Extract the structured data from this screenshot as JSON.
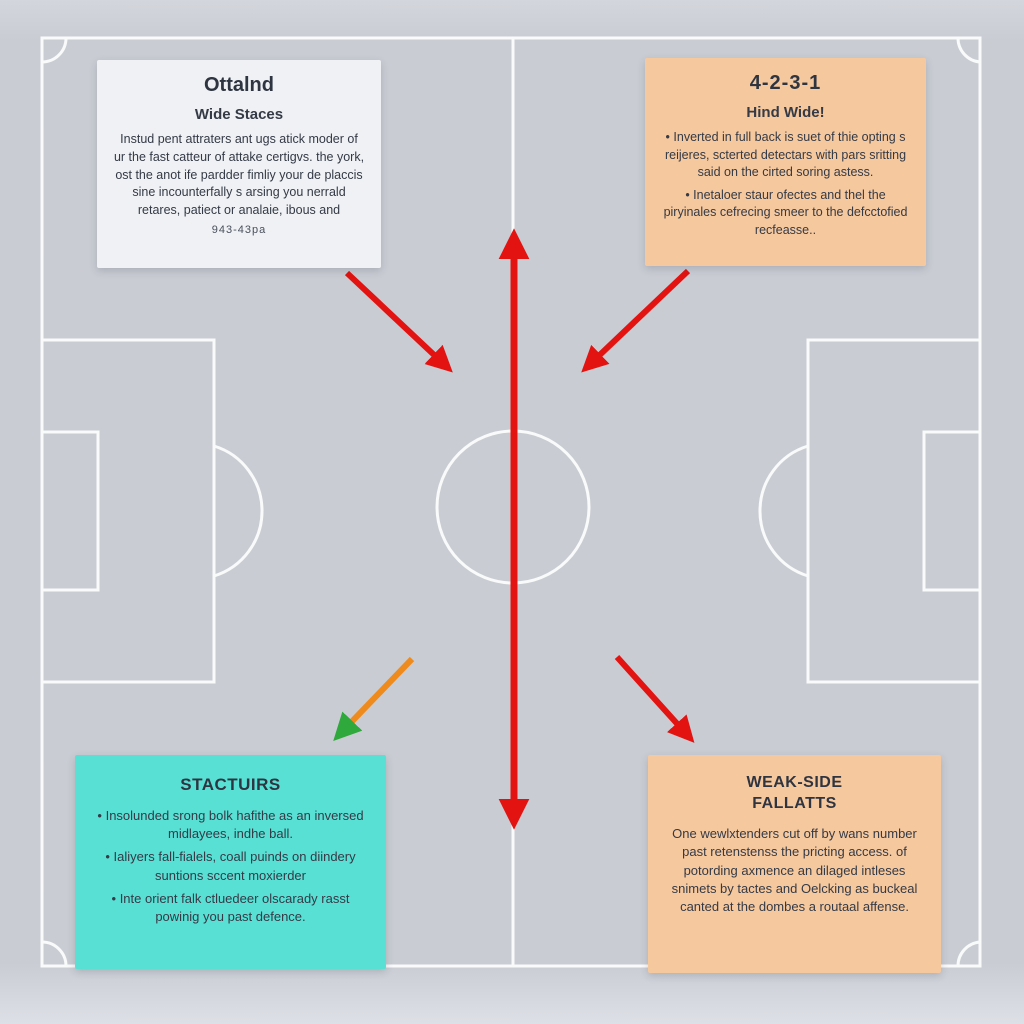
{
  "palette": {
    "pitch_background": "#c9ccd3",
    "pitch_line": "#ffffff",
    "arrow_red": "#e21310",
    "arrow_orange": "#ef8b1d",
    "arrow_green": "#2fa83c",
    "box_gray": "#f1f2f5",
    "box_peach": "#f6c89e",
    "box_cyan": "#59e0d5",
    "text": "#343a46"
  },
  "diagram": {
    "kind": "soccer-pitch-tactics-diagram",
    "arrows": [
      {
        "name": "center-vertical-double-arrow",
        "color": "red"
      },
      {
        "name": "top-left-to-center-arrow",
        "color": "red"
      },
      {
        "name": "top-right-to-center-arrow",
        "color": "red"
      },
      {
        "name": "bottom-left-arrow",
        "color": "orange-with-green-head"
      },
      {
        "name": "bottom-right-arrow",
        "color": "red"
      }
    ]
  },
  "boxes": {
    "top_left": {
      "title": "Ottalnd",
      "subtitle": "Wide Staces",
      "body": "Instud pent attraters ant ugs atick moder of ur the fast catteur of attake certigvs. the york, ost the anot ife pardder fimliy your de placcis sine incounterfally s arsing you nerrald retares, patiect or analaie, ibous and",
      "footnote": "943-43pa"
    },
    "top_right": {
      "title": "4-2-3-1",
      "subtitle": "Hind Wide!",
      "bullets": [
        "Inverted in full back is suet of thie opting s reijeres, scterted detectars with pars sritting said on the cirted soring astess.",
        "Inetaloer staur ofectes and thel the piryinales cefrecing smeer to the defcctofied recfeasse.."
      ]
    },
    "bottom_left": {
      "title": "STACTUIRS",
      "bullets": [
        "Insolunded srong bolk hafithe as an inversed midlayees, indhe ball.",
        "Ialiyers fall-fialels, coall puinds on diindery suntions sccent moxierder",
        "Inte orient falk ctluedeer olscarady rasst powinig you past defence."
      ]
    },
    "bottom_right": {
      "title": "WEAK-SIDE FALLATTS",
      "body": "One wewlxtenders cut off by wans number past retenstenss the pricting access. of potording axmence an dilaged intleses snimets by tactes and Oelcking as buckeal canted at the dombes a routaal affense."
    }
  }
}
